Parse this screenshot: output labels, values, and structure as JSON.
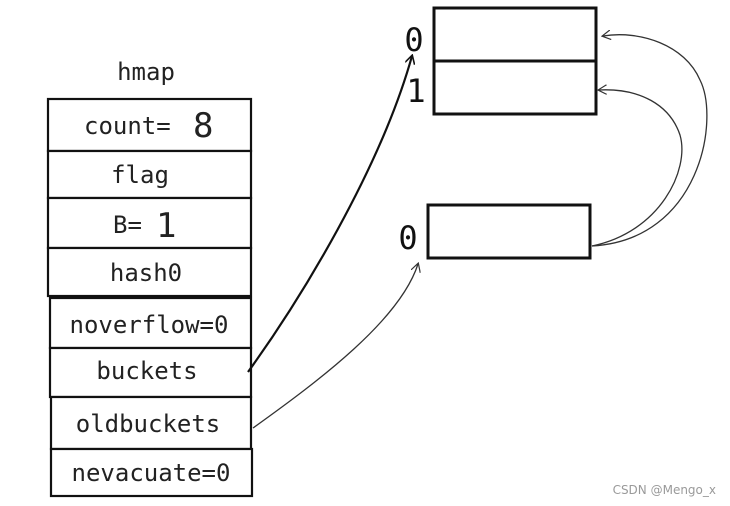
{
  "struct": {
    "title": "hmap",
    "fields": [
      {
        "label": "count=",
        "value": "8"
      },
      {
        "label": "flag",
        "value": ""
      },
      {
        "label": "B=",
        "value": "1"
      },
      {
        "label": "hash0",
        "value": ""
      },
      {
        "label": "noverflow=0",
        "value": ""
      },
      {
        "label": "buckets",
        "value": ""
      },
      {
        "label": "oldbuckets",
        "value": ""
      },
      {
        "label": "nevacuate=0",
        "value": ""
      }
    ]
  },
  "new_buckets": {
    "index_labels": [
      "0",
      "1"
    ]
  },
  "old_buckets": {
    "index_labels": [
      "0"
    ]
  },
  "watermark": "CSDN @Mengo_x"
}
